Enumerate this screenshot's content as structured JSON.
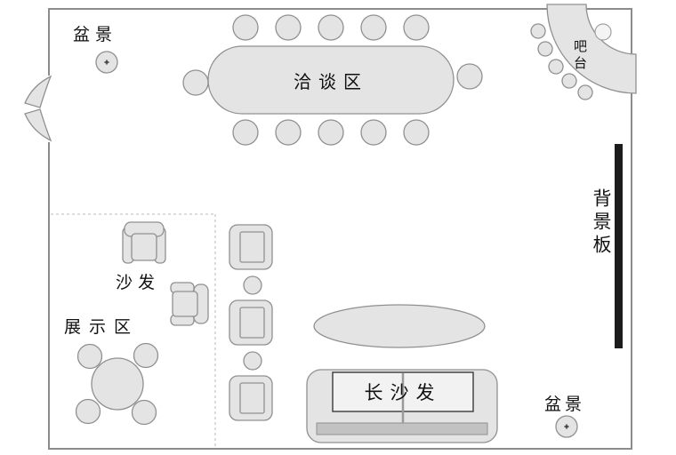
{
  "colors": {
    "furniture-fill": "#e4e4e4",
    "furniture-stroke": "#909090",
    "wall": "#8c8c8c",
    "board": "#1c1c1c",
    "text": "#111111",
    "seat-bar": "#c2c2c2",
    "dashed": "#b8b8b8"
  },
  "labels": {
    "plant_top": "盆景",
    "meeting_area": "洽谈区",
    "bar": "吧台",
    "backdrop": "背景板",
    "sofa": "沙发",
    "display_area": "展示区",
    "long_sofa": "长沙发",
    "plant_bottom": "盆景"
  }
}
